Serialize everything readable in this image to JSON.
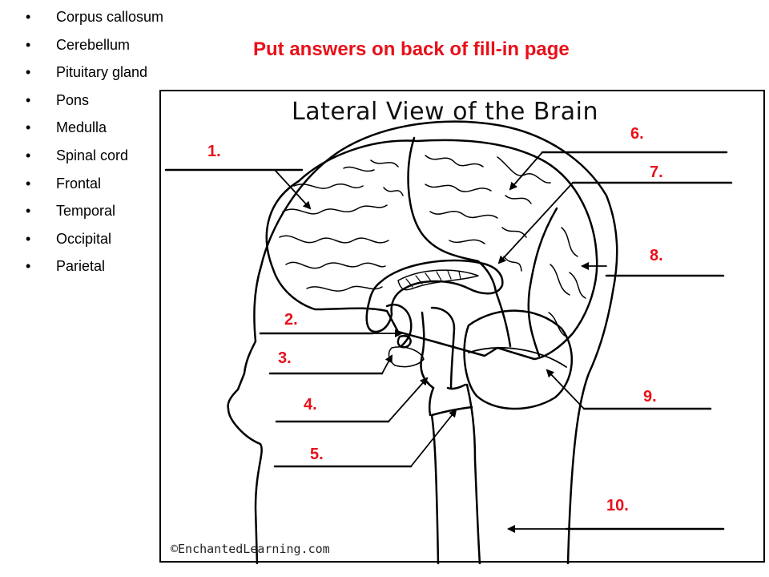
{
  "word_bank": [
    "Corpus callosum",
    "Cerebellum",
    "Pituitary gland",
    "Pons",
    "Medulla",
    "Spinal cord",
    "Frontal",
    "Temporal",
    "Occipital",
    "Parietal"
  ],
  "instruction": "Put answers on back of fill-in page",
  "diagram": {
    "title": "Lateral View of the Brain",
    "credit": "©EnchantedLearning.com",
    "labels": [
      "1.",
      "2.",
      "3.",
      "4.",
      "5.",
      "6.",
      "7.",
      "8.",
      "9.",
      "10."
    ]
  },
  "colors": {
    "label_red": "#e8101a",
    "line": "#000000"
  }
}
